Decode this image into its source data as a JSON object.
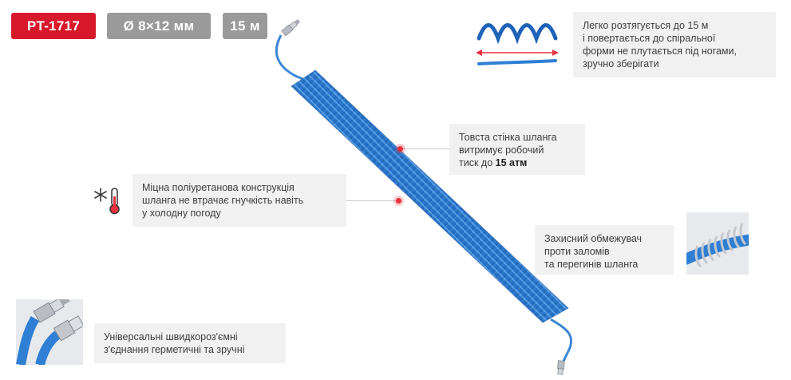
{
  "tags": {
    "model": "PT-1717",
    "diameter": "Ø 8×12 мм",
    "length": "15 м"
  },
  "features": {
    "stretch": {
      "line1": "Легко розтягується до 15 м",
      "line2": "і повертається до спіральної",
      "line3": "форми не плутається під ногами,",
      "line4": "зручно зберігати"
    },
    "wall": {
      "line1": "Товста стінка шланга",
      "line2": "витримує робочий",
      "line3_prefix": "тиск до ",
      "line3_bold": "15 атм"
    },
    "cold": {
      "line1": "Міцна поліуретанова конструкція",
      "line2": "шланга не втрачає гнучкість навіть",
      "line3": "у холодну погоду"
    },
    "guard": {
      "line1": "Захисний обмежувач",
      "line2": "проти заломів",
      "line3": "та перегинів шланга"
    },
    "coupling": {
      "line1": "Універсальні швидкороз'ємні",
      "line2": "з'єднання герметичні та зручні"
    }
  },
  "icons": {
    "stretch": "spring-stretch-icon",
    "cold": "snowflake-thermometer-icon"
  },
  "colors": {
    "brand_red": "#d7192b",
    "tag_gray": "#9a9a9a",
    "hose_blue": "#2f7fd4",
    "panel_bg": "#f1f1f1",
    "marker_red": "#e8323f"
  }
}
